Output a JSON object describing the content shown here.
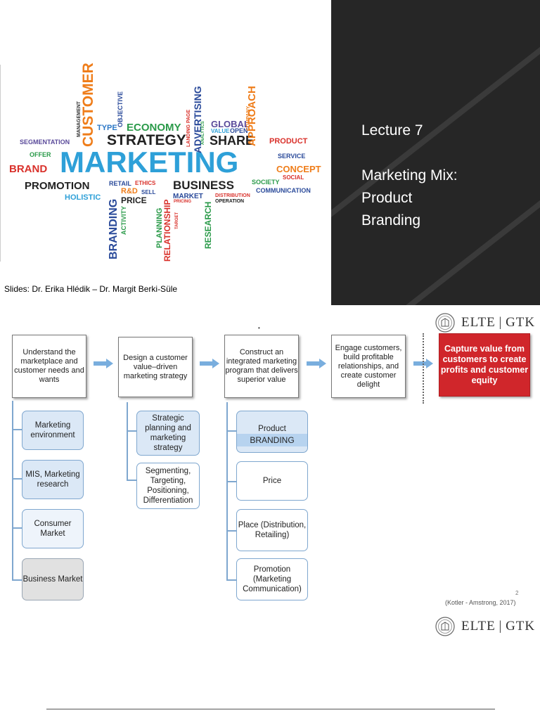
{
  "slide1": {
    "lecture": [
      "Lecture 7",
      "",
      "Marketing Mix:",
      "Product",
      "Branding"
    ],
    "credits": "Slides: Dr. Erika Hlédik – Dr. Margit Berki-Süle",
    "cloud_words": {
      "marketing": "MARKETING",
      "customer": "CUSTOMER",
      "management": "MANAGEMENT",
      "type": "TYPE",
      "objective": "OBJECTIVE",
      "economy": "ECONOMY",
      "strategy": "STRATEGY",
      "segmentation": "SEGMENTATION",
      "offer": "OFFER",
      "brand": "BRAND",
      "promotion": "PROMOTION",
      "holistic": "HOLISTIC",
      "branding": "BRANDING",
      "activity": "ACTIVITY",
      "retail": "RETAIL",
      "ethics": "ETHICS",
      "rd": "R&D",
      "sell": "SELL",
      "price": "PRICE",
      "planning": "PLANNING",
      "relationship": "RELATIONSHIP",
      "target": "TARGET",
      "pricing": "PRICING",
      "landing_page": "LANDING PAGE",
      "advertising": "ADVERTISING",
      "analytics": "ANALYTICS",
      "global": "GLOBAL",
      "value": "VALUE",
      "open": "OPEN",
      "share": "SHARE",
      "company": "COMPANY",
      "approach": "APPROACH",
      "product": "PRODUCT",
      "service": "SERVICE",
      "concept": "CONCEPT",
      "business": "BUSINESS",
      "society": "SOCIETY",
      "social": "SOCIAL",
      "communication": "COMMUNICATION",
      "market": "MARKET",
      "distribution": "DISTRIBUTION",
      "operation": "OPERATION",
      "research": "RESEARCH"
    }
  },
  "slide2": {
    "dot": "•",
    "logo_text": "ELTE | GTK",
    "steps": [
      "Understand the marketplace and customer needs and wants",
      "Design a customer value–driven marketing strategy",
      "Construct an integrated marketing program that delivers superior value",
      "Engage customers, build profitable relationships, and create customer delight",
      "Capture value from customers to create profits and customer equity"
    ],
    "col1": [
      "Marketing environment",
      "MIS, Marketing research",
      "Consumer Market",
      "Business Market"
    ],
    "col2": [
      "Strategic planning and marketing strategy",
      "Segmenting, Targeting, Positioning, Differentiation"
    ],
    "col3_product": "Product",
    "col3_branding": "BRANDING",
    "col3": [
      "Price",
      "Place (Distribution, Retailing)",
      "Promotion (Marketing Communication)"
    ],
    "page_number": "2",
    "citation": "(Kotler - Amstrong, 2017)"
  }
}
